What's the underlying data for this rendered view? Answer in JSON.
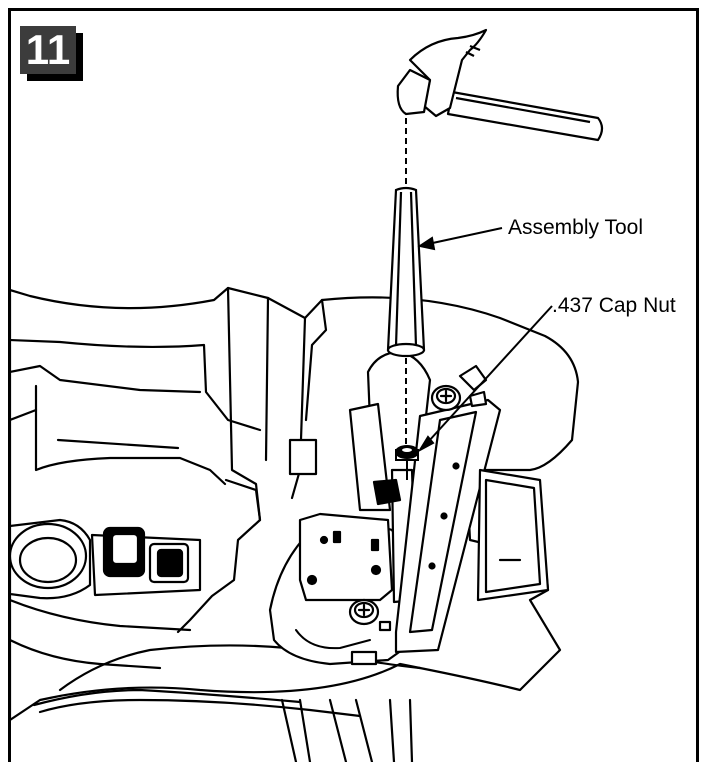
{
  "step": {
    "number": "11"
  },
  "callouts": {
    "assembly_tool": "Assembly Tool",
    "cap_nut": ".437 Cap Nut"
  },
  "colors": {
    "ink": "#000000",
    "badge": "#3c3c3c",
    "paper": "#ffffff"
  },
  "icons": [
    "hammer-icon",
    "assembly-tool-icon",
    "cap-nut-icon"
  ]
}
